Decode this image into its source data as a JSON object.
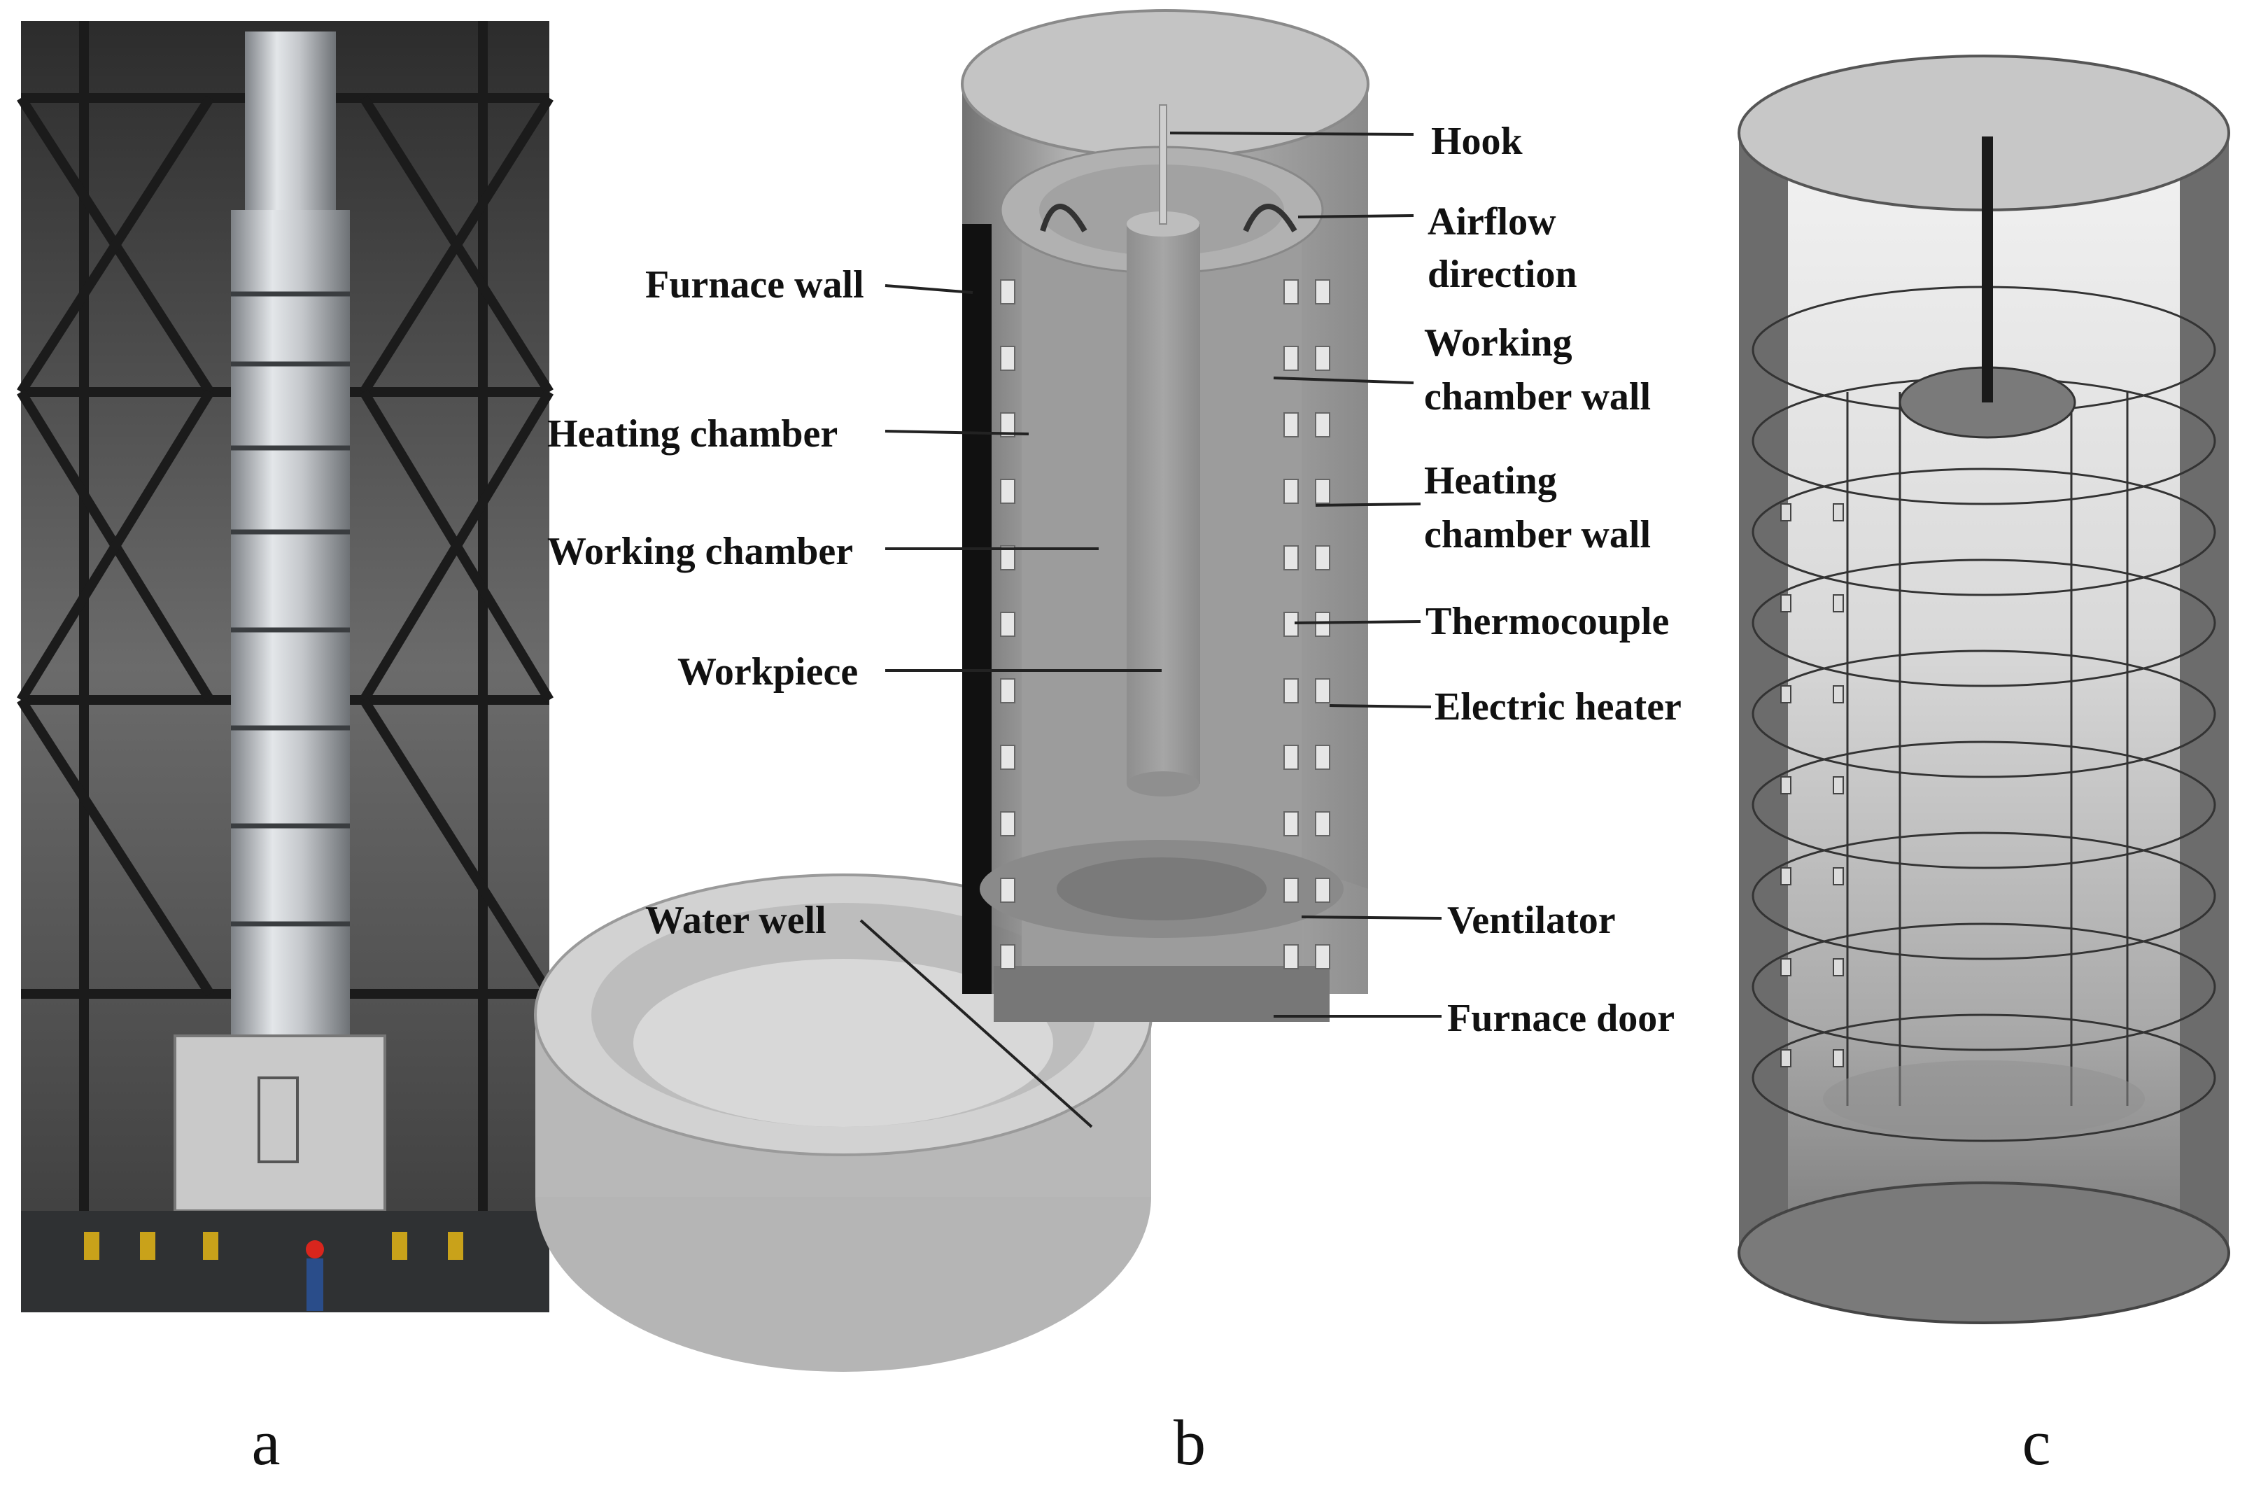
{
  "panels": {
    "a": {
      "letter": "a"
    },
    "b": {
      "letter": "b",
      "labels": {
        "hook": "Hook",
        "airflow_1": "Airflow",
        "airflow_2": "direction",
        "furnace_wall": "Furnace wall",
        "working_chamber_wall_1": "Working",
        "working_chamber_wall_2": "chamber wall",
        "heating_chamber": "Heating chamber",
        "heating_chamber_wall_1": "Heating",
        "heating_chamber_wall_2": "chamber wall",
        "working_chamber": "Working chamber",
        "thermocouple": "Thermocouple",
        "workpiece": "Workpiece",
        "electric_heater": "Electric heater",
        "water_well": "Water well",
        "ventilator": "Ventilator",
        "furnace_door": "Furnace door"
      }
    },
    "c": {
      "letter": "c"
    }
  },
  "colors": {
    "label_text": "#111111",
    "leader_line": "#222222",
    "photo_bg": "#3d3d3d",
    "steel": "#b9bcc0",
    "model_gray": "#a8a8a8",
    "model_light": "#cfcfcf",
    "model_dark": "#6a6a6a",
    "rod": "#1a1a1a"
  }
}
